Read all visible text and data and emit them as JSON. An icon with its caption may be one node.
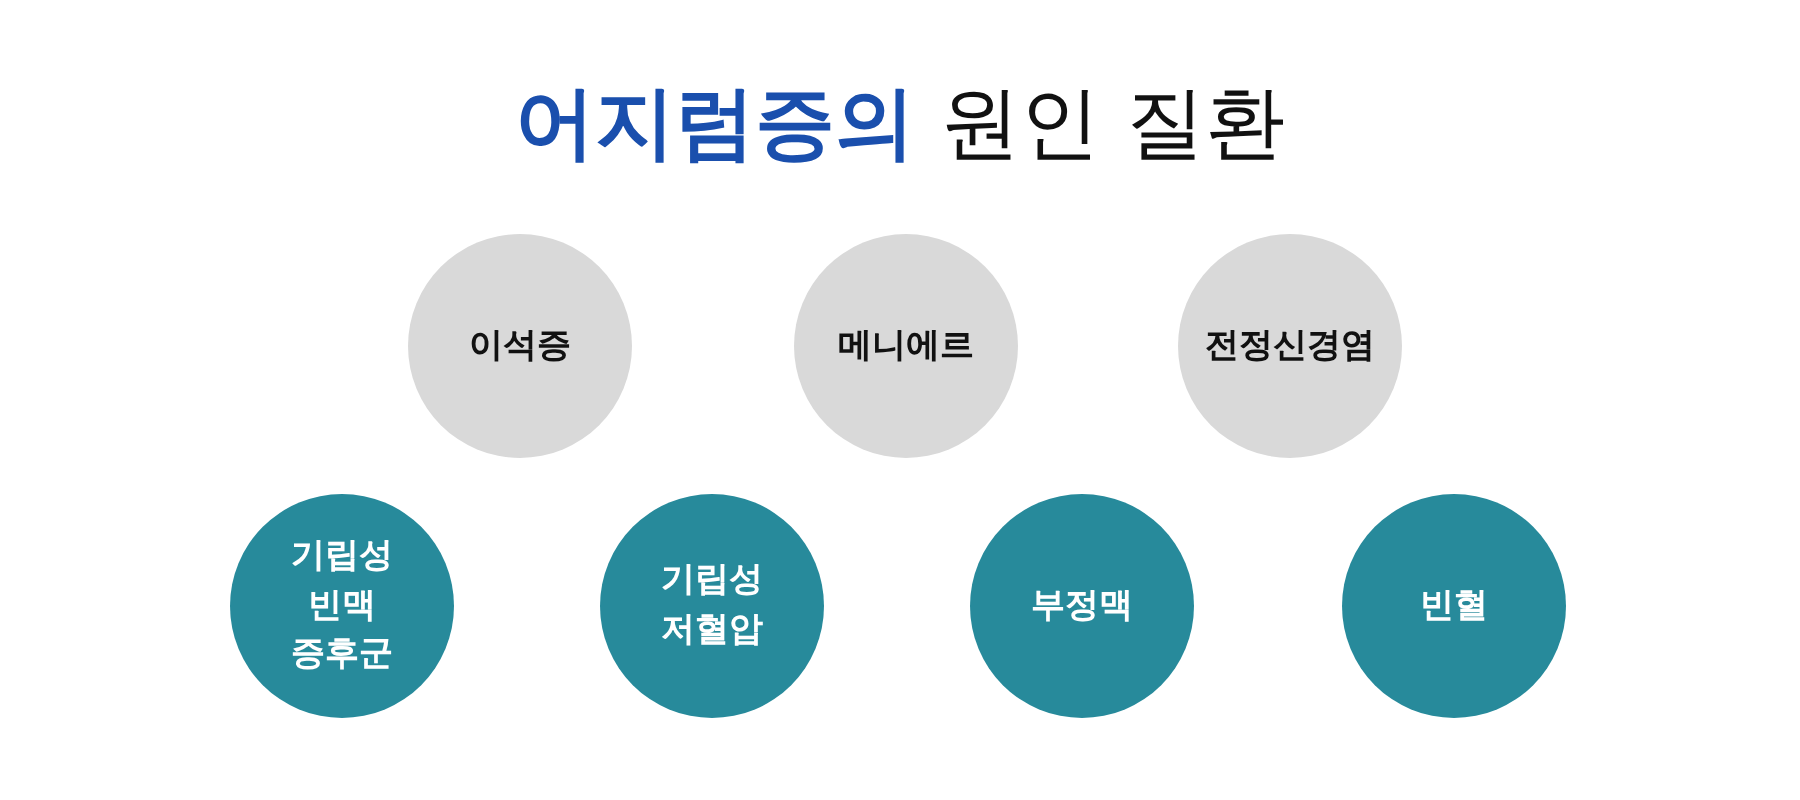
{
  "diagram": {
    "title": "**어지럼증의** 원인 질환",
    "nodes": [
      {
        "text": [
          "이석증"
        ]
      },
      {
        "text": [
          "메니에르"
        ]
      },
      {
        "text": [
          "전정신경염"
        ]
      },
      {
        "text": [
          "기립성 빈맥 증후군"
        ]
      },
      {
        "text": [
          "기립성 저혈압"
        ]
      },
      {
        "text": [
          "부정맥"
        ]
      },
      {
        "text": [
          "빈혈"
        ]
      }
    ]
  }
}
